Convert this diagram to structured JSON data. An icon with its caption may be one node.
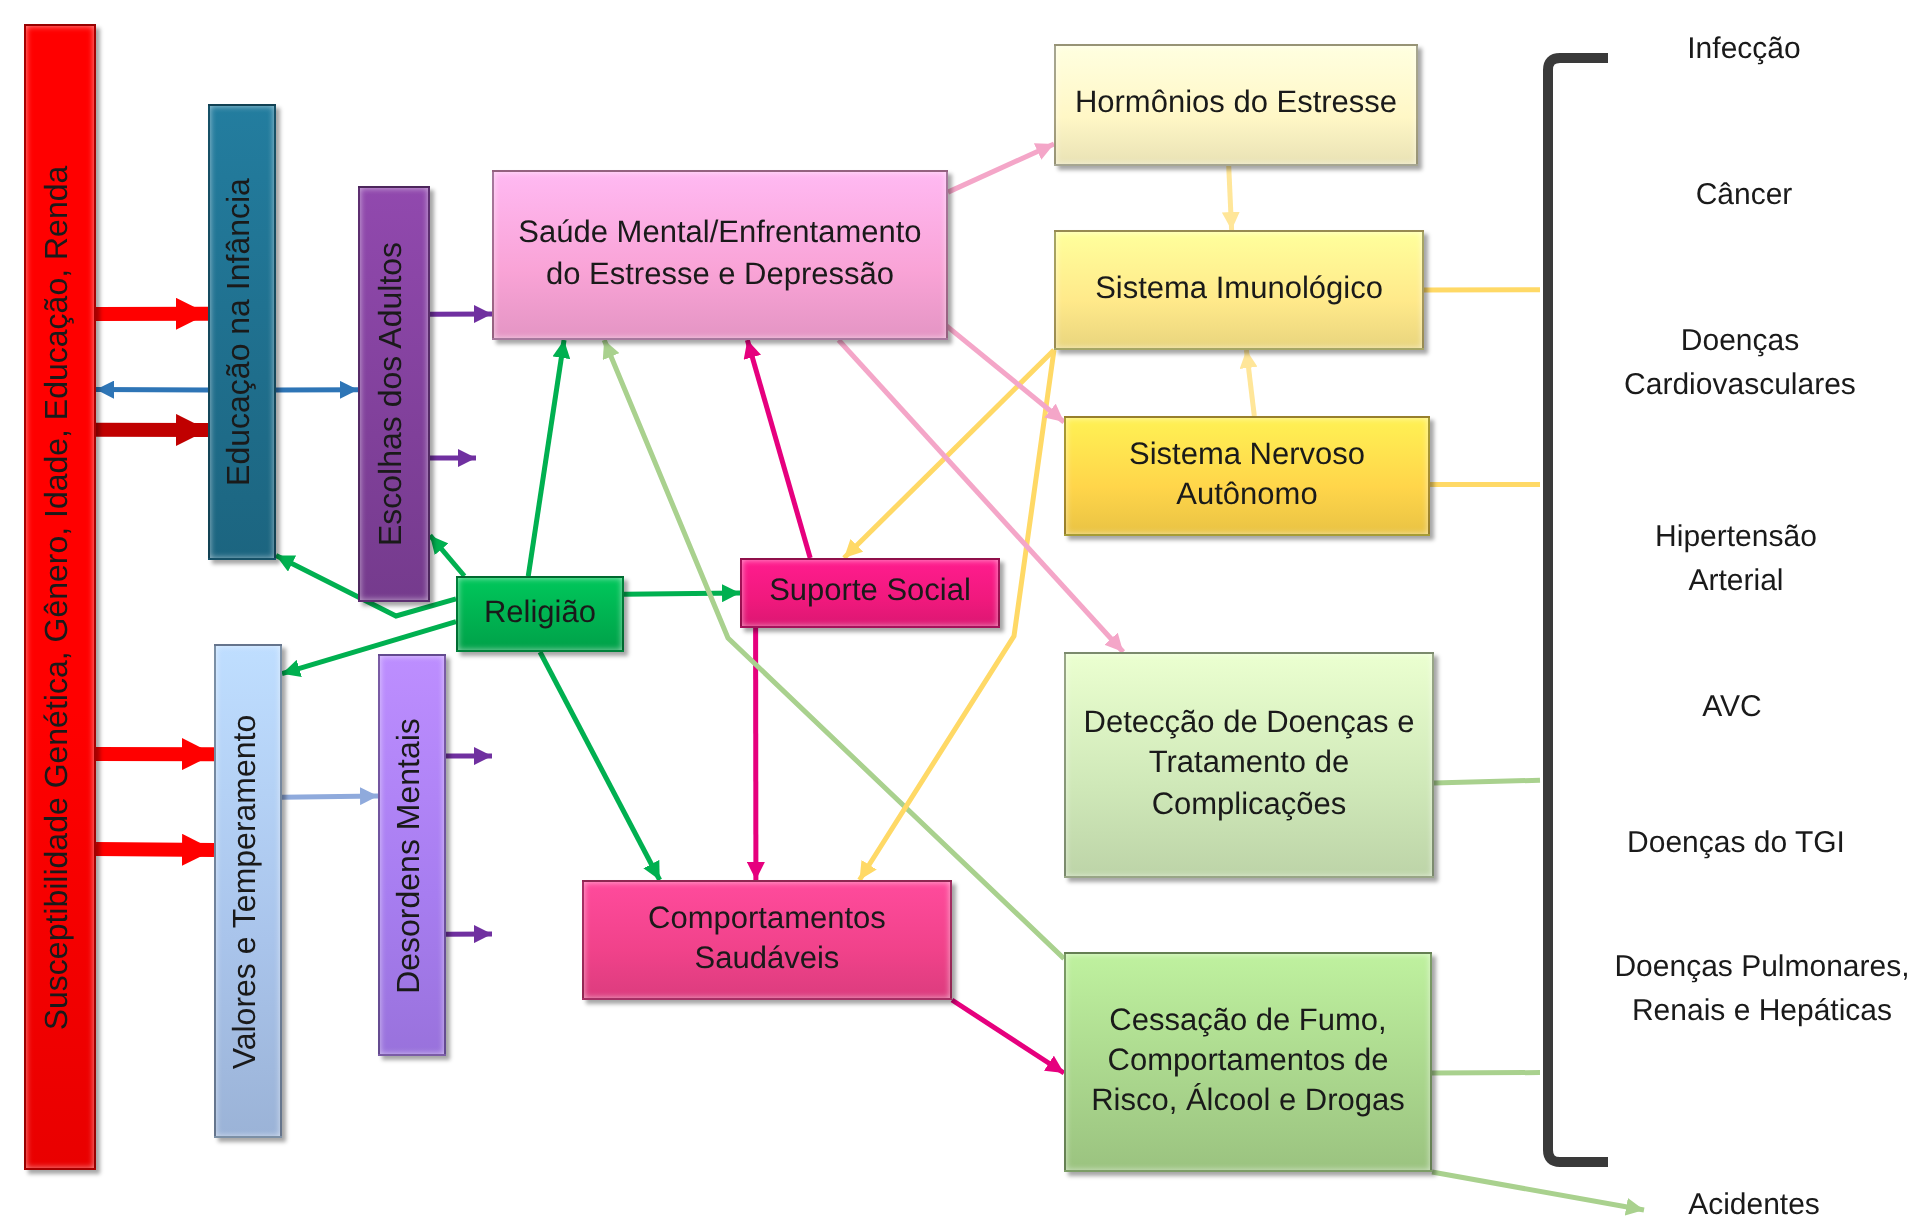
{
  "diagram": {
    "nodes": [
      {
        "text": [
          "Susceptibilidade Genética, Gênero, Idade, Educação, Renda"
        ]
      },
      {
        "text": [
          "Educação na Infância"
        ]
      },
      {
        "text": [
          "Escolhas dos Adultos"
        ]
      },
      {
        "text": [
          "Valores e Temperamento"
        ]
      },
      {
        "text": [
          "Desordens Mentais"
        ]
      },
      {
        "text": [
          "Saúde Mental/Enfrentamento do Estresse e Depressão"
        ]
      },
      {
        "text": [
          "Religião"
        ]
      },
      {
        "text": [
          "Suporte Social"
        ]
      },
      {
        "text": [
          "Comportamentos Saudáveis"
        ]
      },
      {
        "text": [
          "Hormônios do Estresse"
        ]
      },
      {
        "text": [
          "Sistema Imunológico"
        ]
      },
      {
        "text": [
          "Sistema Nervoso Autônomo"
        ]
      },
      {
        "text": [
          "Detecção de Doenças e Tratamento de Complicações"
        ]
      },
      {
        "text": [
          "Cessação de Fumo, Comportamentos de Risco, Álcool e Drogas"
        ]
      },
      {
        "text": [],
        "shape": "bracket"
      },
      {
        "text": [
          "Acidentes"
        ]
      }
    ],
    "edges": [
      {
        "from": 0,
        "to": 1,
        "arrow": "to",
        "style": "thick",
        "color": "#ff0000"
      },
      {
        "from": 0,
        "to": 1,
        "arrow": "to",
        "style": "thick",
        "color": "#c00000"
      },
      {
        "from": 0,
        "to": 3,
        "arrow": "to",
        "style": "thick",
        "color": "#ff0000"
      },
      {
        "from": 0,
        "to": 3,
        "arrow": "to",
        "style": "thick",
        "color": "#ff0000"
      },
      {
        "from": 1,
        "to": 0,
        "arrow": "to",
        "color": "#2e75b6"
      },
      {
        "from": 1,
        "to": 2,
        "arrow": "to",
        "color": "#2e75b6"
      },
      {
        "from": 3,
        "to": 4,
        "arrow": "to",
        "color": "#8faadc"
      },
      {
        "from": 2,
        "to": 5,
        "arrow": "to",
        "color": "#7030a0"
      },
      {
        "from": 2,
        "to": null,
        "arrow": "to",
        "color": "#7030a0"
      },
      {
        "from": 4,
        "to": null,
        "arrow": "to",
        "color": "#7030a0"
      },
      {
        "from": 4,
        "to": null,
        "arrow": "to",
        "color": "#7030a0"
      },
      {
        "from": 6,
        "to": 1,
        "arrow": "to",
        "color": "#00b050"
      },
      {
        "from": 6,
        "to": 3,
        "arrow": "to",
        "color": "#00b050"
      },
      {
        "from": 6,
        "to": 2,
        "arrow": "to",
        "color": "#00b050"
      },
      {
        "from": 6,
        "to": 5,
        "arrow": "to",
        "color": "#00b050"
      },
      {
        "from": 6,
        "to": 7,
        "arrow": "to",
        "color": "#00b050"
      },
      {
        "from": 6,
        "to": 8,
        "arrow": "to",
        "color": "#00b050"
      },
      {
        "from": 7,
        "to": 5,
        "arrow": "to",
        "color": "#e6007e"
      },
      {
        "from": 7,
        "to": 8,
        "arrow": "to",
        "color": "#e6007e"
      },
      {
        "from": 13,
        "to": 5,
        "arrow": "to",
        "color": "#a9d18e"
      },
      {
        "from": 10,
        "to": 7,
        "arrow": "to",
        "color": "#ffd966"
      },
      {
        "from": 10,
        "to": 8,
        "arrow": "to",
        "color": "#ffd966"
      },
      {
        "from": 9,
        "to": 10,
        "arrow": "to",
        "color": "#ffe699"
      },
      {
        "from": 11,
        "to": 10,
        "arrow": "to",
        "color": "#ffe699"
      },
      {
        "from": 5,
        "to": 9,
        "arrow": "to",
        "color": "#f4a6c8"
      },
      {
        "from": 5,
        "to": 11,
        "arrow": "to",
        "color": "#f4a6c8"
      },
      {
        "from": 5,
        "to": 12,
        "arrow": "to",
        "color": "#f4a6c8"
      },
      {
        "from": 8,
        "to": 13,
        "arrow": "to",
        "color": "#e6007e"
      },
      {
        "from": 10,
        "to": 14,
        "arrow": "none",
        "color": "#ffd966"
      },
      {
        "from": 11,
        "to": 14,
        "arrow": "none",
        "color": "#ffd966"
      },
      {
        "from": 12,
        "to": 14,
        "arrow": "none",
        "color": "#a9d18e"
      },
      {
        "from": 13,
        "to": 14,
        "arrow": "none",
        "color": "#a9d18e"
      },
      {
        "from": 13,
        "to": 15,
        "arrow": "to",
        "color": "#a9d18e"
      }
    ],
    "labels": [
      "Infecção",
      "Câncer",
      "Doenças Cardiovasculares",
      "Hipertensão Arterial",
      "AVC",
      "Doenças do TGI",
      "Doenças Pulmonares, Renais e Hepáticas"
    ]
  }
}
